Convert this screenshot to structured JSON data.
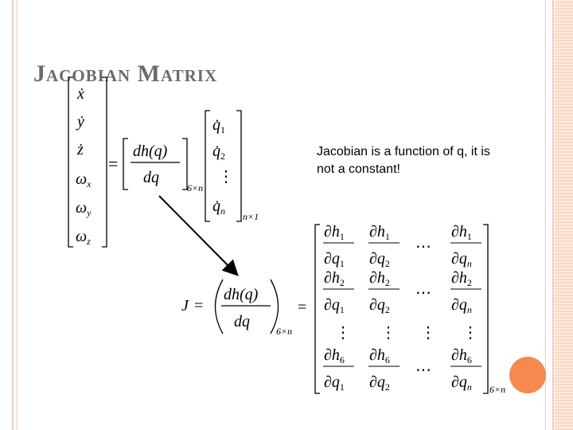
{
  "slide": {
    "title": "Jacobian Matrix",
    "note": "Jacobian is a function of q, it is not a constant!"
  },
  "velocity_vector": {
    "entries": [
      "ẋ",
      "ẏ",
      "ż",
      "ω",
      "ω",
      "ω"
    ],
    "subscripts": [
      "",
      "",
      "",
      "x",
      "y",
      "z"
    ]
  },
  "top_equation": {
    "equals": "=",
    "fraction_numerator": "dh(q)",
    "fraction_denominator": "dq",
    "size_label": "6×n",
    "q_vector": [
      "q̇",
      "q̇",
      "⋮",
      "q̇"
    ],
    "q_subscripts": [
      "1",
      "2",
      "",
      "n"
    ],
    "q_size_label": "n×1"
  },
  "jacobian_definition": {
    "symbol": "J",
    "equals": "=",
    "fraction_numerator": "dh(q)",
    "fraction_denominator": "dq",
    "size_label": "6×n",
    "equals_2": "="
  },
  "jacobian_matrix": {
    "partial": "∂",
    "rows": [
      {
        "num_sub": "1",
        "den_subs": [
          "1",
          "2",
          "n"
        ]
      },
      {
        "num_sub": "2",
        "den_subs": [
          "1",
          "2",
          "n"
        ]
      },
      {
        "num_sub": "6",
        "den_subs": [
          "1",
          "2",
          "n"
        ]
      }
    ],
    "hdots": "⋯",
    "vdots": "⋮",
    "size_label": "6×n"
  },
  "colors": {
    "title": "#6b6b6b",
    "frame": "#f4c9b4",
    "accent_dot": "#f7894e"
  }
}
